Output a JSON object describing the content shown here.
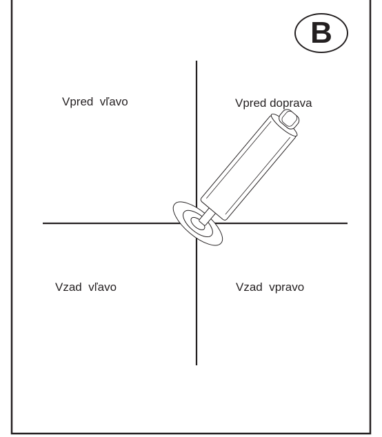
{
  "panel": {
    "badge": "B"
  },
  "quadrants": {
    "front_left": "Vpred  vľavo",
    "front_right": "Vpred doprava",
    "back_left": "Vzad  vľavo",
    "back_right": "Vzad  vpravo"
  },
  "colors": {
    "ink": "#231f20",
    "background": "#ffffff"
  },
  "icons": {
    "device": "tilted-cylinder-device-icon"
  }
}
